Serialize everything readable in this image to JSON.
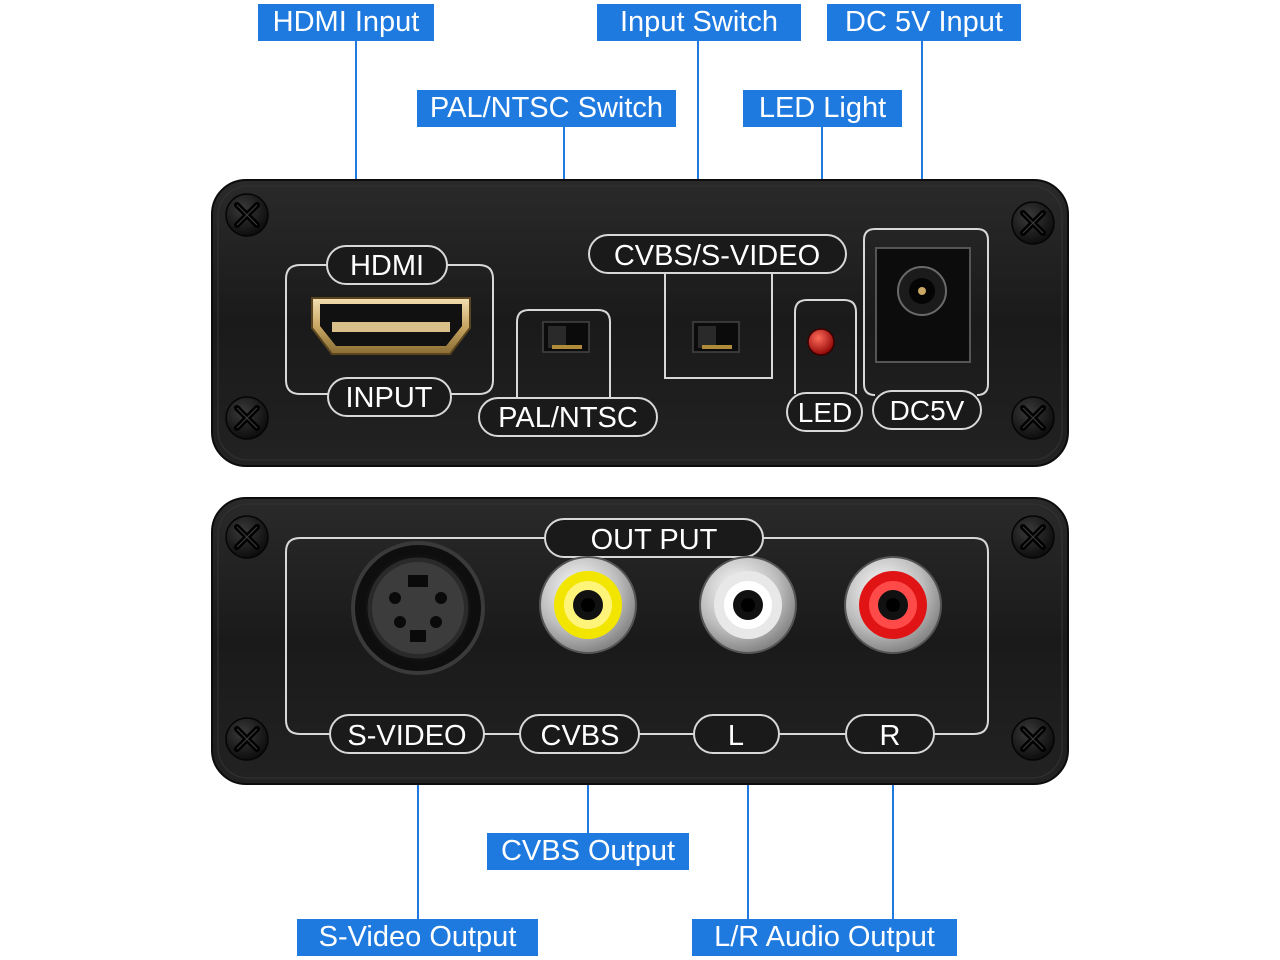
{
  "callouts": {
    "hdmi_input": "HDMI Input",
    "input_switch": "Input Switch",
    "dc_input": "DC 5V Input",
    "pal_ntsc_switch": "PAL/NTSC Switch",
    "led_light": "LED Light",
    "cvbs_output": "CVBS Output",
    "svideo_output": "S-Video Output",
    "lr_audio_output": "L/R Audio Output"
  },
  "front_panel": {
    "hdmi_label": "HDMI",
    "input_label": "INPUT",
    "pal_ntsc_label": "PAL/NTSC",
    "cvbs_svideo_label": "CVBS/S-VIDEO",
    "led_label": "LED",
    "dc_label": "DC5V"
  },
  "back_panel": {
    "output_label": "OUT PUT",
    "svideo_label": "S-VIDEO",
    "cvbs_label": "CVBS",
    "left_label": "L",
    "right_label": "R"
  },
  "colors": {
    "callout_blue": "#1f7ae0",
    "panel_black": "#1b1b1b",
    "rca_yellow": "#f2e600",
    "rca_white": "#ffffff",
    "rca_red": "#e01414",
    "led_red": "#c00000"
  }
}
